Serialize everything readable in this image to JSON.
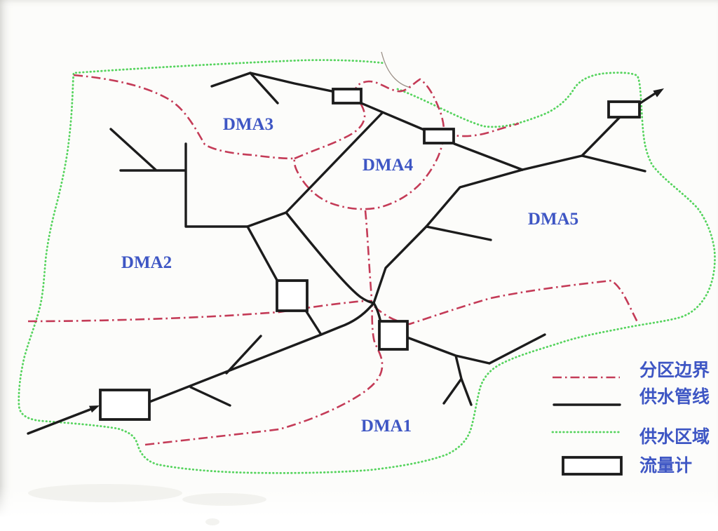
{
  "regions": [
    {
      "id": "dma1",
      "label": "DMA1"
    },
    {
      "id": "dma2",
      "label": "DMA2"
    },
    {
      "id": "dma3",
      "label": "DMA3"
    },
    {
      "id": "dma4",
      "label": "DMA4"
    },
    {
      "id": "dma5",
      "label": "DMA5"
    }
  ],
  "legend": {
    "items": [
      {
        "label": "分区边界",
        "symbol": "red-dash-dot-line"
      },
      {
        "label": "供水管线",
        "symbol": "black-solid-line"
      },
      {
        "label": "供水区域",
        "symbol": "green-dotted-line"
      },
      {
        "label": "流量计",
        "symbol": "white-rectangle"
      }
    ]
  },
  "colors": {
    "boundary_red": "#c43b57",
    "supply_area_green": "#57d45f",
    "pipeline_black": "#1c1c1c",
    "label_blue": "#3e56c4",
    "background": "#fcfcfa"
  },
  "flow_meters": {
    "count": 6
  },
  "arrows": {
    "count": 2
  }
}
